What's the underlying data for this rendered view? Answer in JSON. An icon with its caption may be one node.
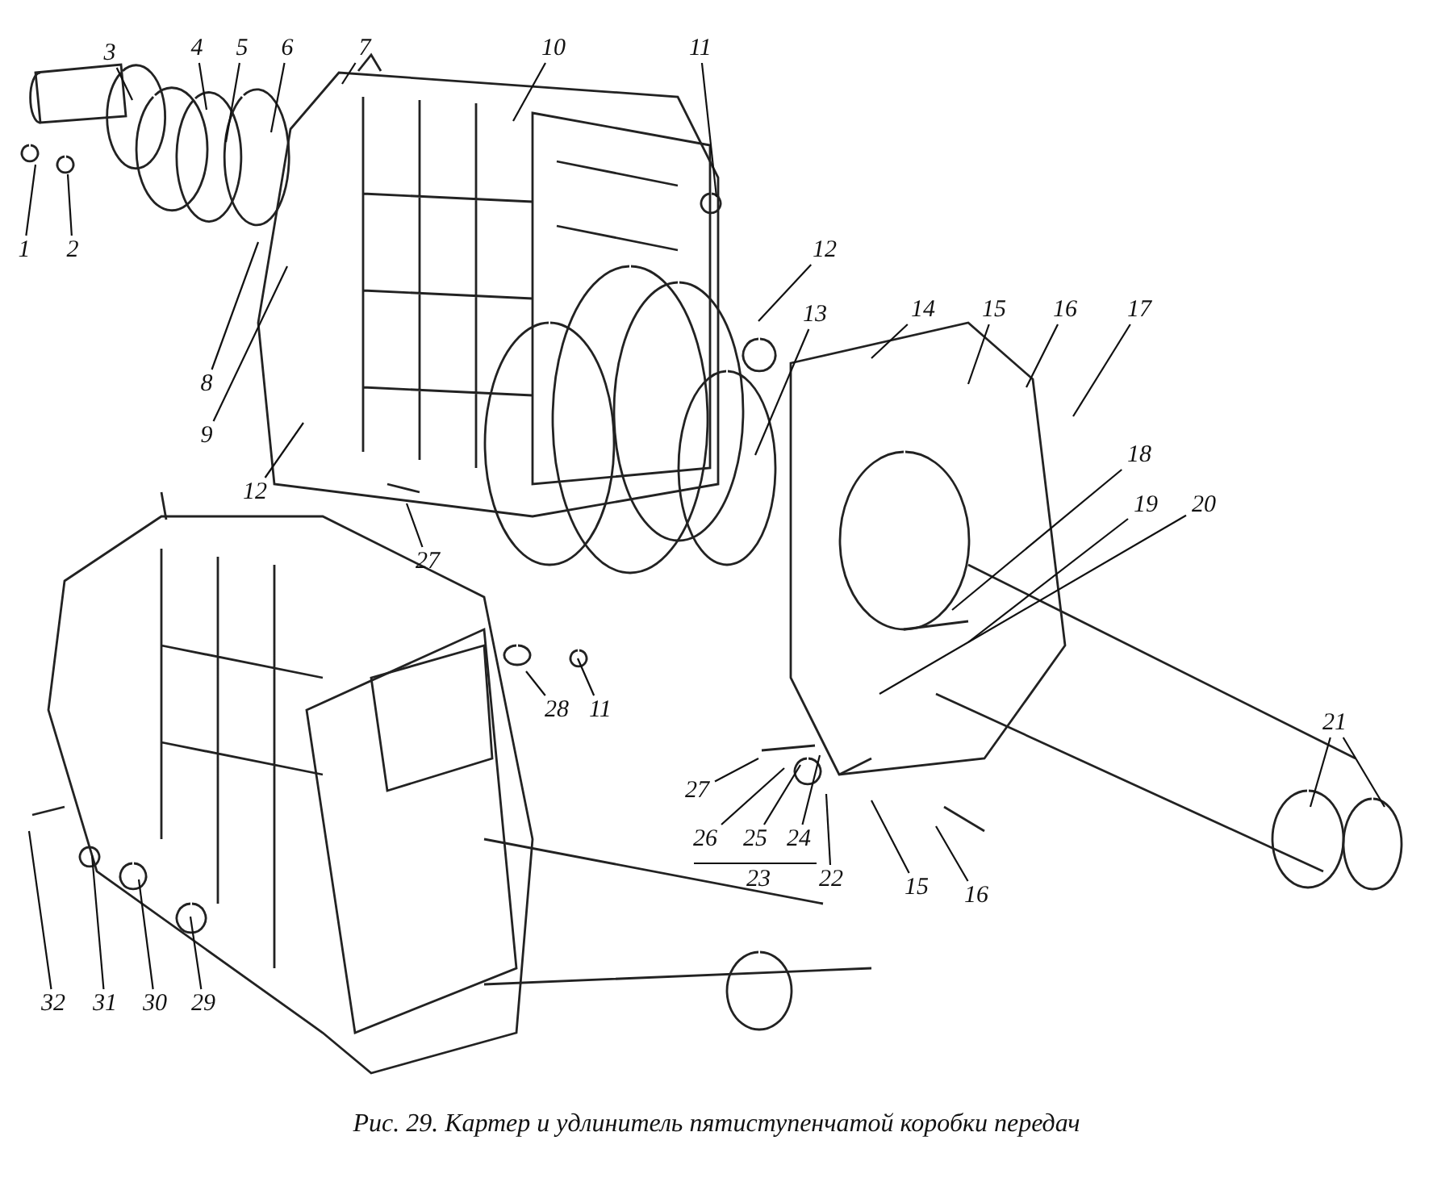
{
  "diagram": {
    "caption": "Рис. 29. Картер и удлинитель пятиступенчатой коробки передач",
    "nodes": [
      {
        "text": [
          "3"
        ]
      },
      {
        "text": [
          "4"
        ]
      },
      {
        "text": [
          "5"
        ]
      },
      {
        "text": [
          "6"
        ]
      },
      {
        "text": [
          "7"
        ]
      },
      {
        "text": [
          "10"
        ]
      },
      {
        "text": [
          "11"
        ]
      },
      {
        "text": [
          "1"
        ]
      },
      {
        "text": [
          "2"
        ]
      },
      {
        "text": [
          "12"
        ]
      },
      {
        "text": [
          "13"
        ]
      },
      {
        "text": [
          "14"
        ]
      },
      {
        "text": [
          "15"
        ]
      },
      {
        "text": [
          "16"
        ]
      },
      {
        "text": [
          "17"
        ]
      },
      {
        "text": [
          "8"
        ]
      },
      {
        "text": [
          "9"
        ]
      },
      {
        "text": [
          "12"
        ]
      },
      {
        "text": [
          "18"
        ]
      },
      {
        "text": [
          "19"
        ]
      },
      {
        "text": [
          "20"
        ]
      },
      {
        "text": [
          "27"
        ]
      },
      {
        "text": [
          "28"
        ]
      },
      {
        "text": [
          "11"
        ]
      },
      {
        "text": [
          "21"
        ]
      },
      {
        "text": [
          "27"
        ]
      },
      {
        "text": [
          "26"
        ]
      },
      {
        "text": [
          "25"
        ]
      },
      {
        "text": [
          "24"
        ]
      },
      {
        "text": [
          "22"
        ]
      },
      {
        "text": [
          "15"
        ]
      },
      {
        "text": [
          "16"
        ]
      },
      {
        "text": [
          "32"
        ]
      },
      {
        "text": [
          "31"
        ]
      },
      {
        "text": [
          "30"
        ]
      },
      {
        "text": [
          "29"
        ]
      }
    ],
    "edges": [
      {
        "from": 0,
        "to": null,
        "arrow": "none"
      },
      {
        "from": 1,
        "to": null,
        "arrow": "none"
      },
      {
        "from": 2,
        "to": null,
        "arrow": "none"
      },
      {
        "from": 3,
        "to": null,
        "arrow": "none"
      },
      {
        "from": 4,
        "to": null,
        "arrow": "none"
      },
      {
        "from": 5,
        "to": null,
        "arrow": "none"
      },
      {
        "from": 6,
        "to": null,
        "arrow": "none"
      },
      {
        "from": 7,
        "to": null,
        "arrow": "none"
      },
      {
        "from": 8,
        "to": null,
        "arrow": "none"
      },
      {
        "from": 9,
        "to": null,
        "arrow": "none"
      },
      {
        "from": 10,
        "to": null,
        "arrow": "none"
      },
      {
        "from": 11,
        "to": null,
        "arrow": "none"
      },
      {
        "from": 12,
        "to": null,
        "arrow": "none"
      },
      {
        "from": 13,
        "to": null,
        "arrow": "none"
      },
      {
        "from": 14,
        "to": null,
        "arrow": "none"
      },
      {
        "from": 15,
        "to": null,
        "arrow": "none"
      },
      {
        "from": 16,
        "to": null,
        "arrow": "none"
      },
      {
        "from": 17,
        "to": null,
        "arrow": "none"
      },
      {
        "from": 18,
        "to": null,
        "arrow": "none"
      },
      {
        "from": 19,
        "to": null,
        "arrow": "none"
      },
      {
        "from": 20,
        "to": null,
        "arrow": "none"
      },
      {
        "from": 21,
        "to": null,
        "arrow": "none"
      },
      {
        "from": 22,
        "to": null,
        "arrow": "none"
      },
      {
        "from": 23,
        "to": null,
        "arrow": "none"
      },
      {
        "from": 24,
        "to": null,
        "arrow": "none"
      },
      {
        "from": 24,
        "to": null,
        "arrow": "none"
      },
      {
        "from": 25,
        "to": null,
        "arrow": "none"
      },
      {
        "from": 26,
        "to": null,
        "arrow": "none"
      },
      {
        "from": 27,
        "to": null,
        "arrow": "none"
      },
      {
        "from": 28,
        "to": null,
        "arrow": "none"
      },
      {
        "from": 29,
        "to": null,
        "arrow": "none"
      },
      {
        "from": 30,
        "to": null,
        "arrow": "none"
      },
      {
        "from": 31,
        "to": null,
        "arrow": "none"
      },
      {
        "from": 32,
        "to": null,
        "arrow": "none"
      },
      {
        "from": 33,
        "to": null,
        "arrow": "none"
      },
      {
        "from": 34,
        "to": null,
        "arrow": "none"
      },
      {
        "from": 35,
        "to": null,
        "arrow": "none"
      }
    ],
    "labels": [
      "23"
    ]
  }
}
